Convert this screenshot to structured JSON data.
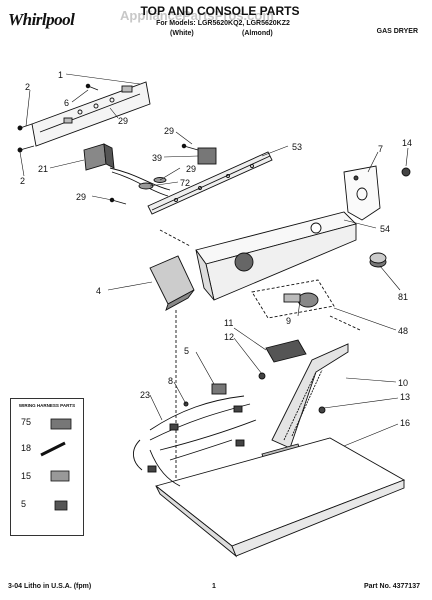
{
  "header": {
    "brand": "Whirlpool",
    "title": "TOP AND CONSOLE PARTS",
    "models": "For Models: LGR5620KQ2, LGR5620KZ2",
    "color_white": "(White)",
    "color_almond": "(Almond)",
    "product_type": "GAS DRYER"
  },
  "watermark": "AppliancePartsPros.com",
  "callouts": {
    "c1": "1",
    "c2a": "2",
    "c6": "6",
    "c29a": "29",
    "c2b": "2",
    "c21": "21",
    "c29b": "29",
    "c39": "39",
    "c29c": "29",
    "c72": "72",
    "c53": "53",
    "c29d": "29",
    "c7": "7",
    "c14": "14",
    "c54": "54",
    "c81": "81",
    "c4": "4",
    "c9": "9",
    "c48": "48",
    "c11": "11",
    "c12": "12",
    "c5": "5",
    "c10": "10",
    "c8": "8",
    "c23": "23",
    "c13": "13",
    "c16": "16"
  },
  "legend": {
    "title": "WIRING HARNESS PARTS",
    "items": [
      "75",
      "18",
      "15",
      "5"
    ]
  },
  "footer": {
    "left": "3-04 Litho in U.S.A. (fpm)",
    "page": "1",
    "part_no": "Part No. 4377137"
  }
}
